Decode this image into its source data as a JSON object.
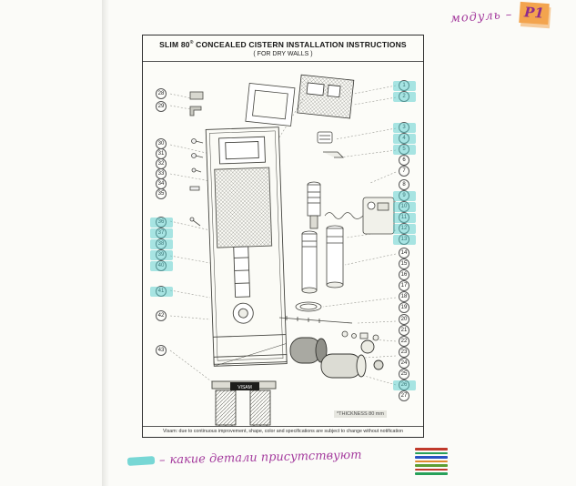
{
  "sheet": {
    "title_prefix": "SLIM 80",
    "title_mark": "®",
    "title_rest": " CONCEALED CISTERN INSTALLATION INSTRUCTIONS",
    "subtitle": "( FOR DRY WALLS )",
    "thickness_note": "*THICKNESS 80 mm",
    "footnote": "Visam: due to continuous improvement, shape, color and specifications are subject to change without notification",
    "brand_label": "VISAM"
  },
  "annotations": {
    "module_text": "модуль –",
    "module_highlight": "P1",
    "bottom_dash": "–",
    "bottom_text": "какие детали присутствуют",
    "ink_color": "#a43a9d",
    "marker_cyan": "#5fd0cf",
    "marker_orange": "#f3a44e"
  },
  "callouts": {
    "left": [
      {
        "label": "28",
        "highlighted": false
      },
      {
        "label": "29",
        "highlighted": false
      },
      {
        "label": "30",
        "highlighted": false
      },
      {
        "label": "31",
        "highlighted": false
      },
      {
        "label": "32",
        "highlighted": false
      },
      {
        "label": "33",
        "highlighted": false
      },
      {
        "label": "34",
        "highlighted": false
      },
      {
        "label": "35",
        "highlighted": false
      },
      {
        "label": "36",
        "highlighted": true
      },
      {
        "label": "37",
        "highlighted": true
      },
      {
        "label": "38",
        "highlighted": true
      },
      {
        "label": "39",
        "highlighted": true
      },
      {
        "label": "40",
        "highlighted": true
      },
      {
        "label": "41",
        "highlighted": true
      },
      {
        "label": "42",
        "highlighted": false
      },
      {
        "label": "43",
        "highlighted": false
      }
    ],
    "right": [
      {
        "label": "1",
        "highlighted": true
      },
      {
        "label": "2",
        "highlighted": true
      },
      {
        "label": "3",
        "highlighted": true
      },
      {
        "label": "4",
        "highlighted": true
      },
      {
        "label": "5",
        "highlighted": true
      },
      {
        "label": "6",
        "highlighted": false
      },
      {
        "label": "7",
        "highlighted": false
      },
      {
        "label": "8",
        "highlighted": false
      },
      {
        "label": "9",
        "highlighted": true
      },
      {
        "label": "10",
        "highlighted": true
      },
      {
        "label": "11",
        "highlighted": true
      },
      {
        "label": "12",
        "highlighted": true
      },
      {
        "label": "13",
        "highlighted": true
      },
      {
        "label": "14",
        "highlighted": false
      },
      {
        "label": "15",
        "highlighted": false
      },
      {
        "label": "16",
        "highlighted": false
      },
      {
        "label": "17",
        "highlighted": false
      },
      {
        "label": "18",
        "highlighted": false
      },
      {
        "label": "19",
        "highlighted": false
      },
      {
        "label": "20",
        "highlighted": false
      },
      {
        "label": "21",
        "highlighted": false
      },
      {
        "label": "22",
        "highlighted": false
      },
      {
        "label": "23",
        "highlighted": false
      },
      {
        "label": "24",
        "highlighted": false
      },
      {
        "label": "25",
        "highlighted": false
      },
      {
        "label": "26",
        "highlighted": true
      },
      {
        "label": "27",
        "highlighted": false
      }
    ]
  },
  "color_strip": [
    "#c0392b",
    "#27a05a",
    "#2953c4",
    "#e08a2e",
    "#5d9e32",
    "#c0392b",
    "#27a05a"
  ]
}
